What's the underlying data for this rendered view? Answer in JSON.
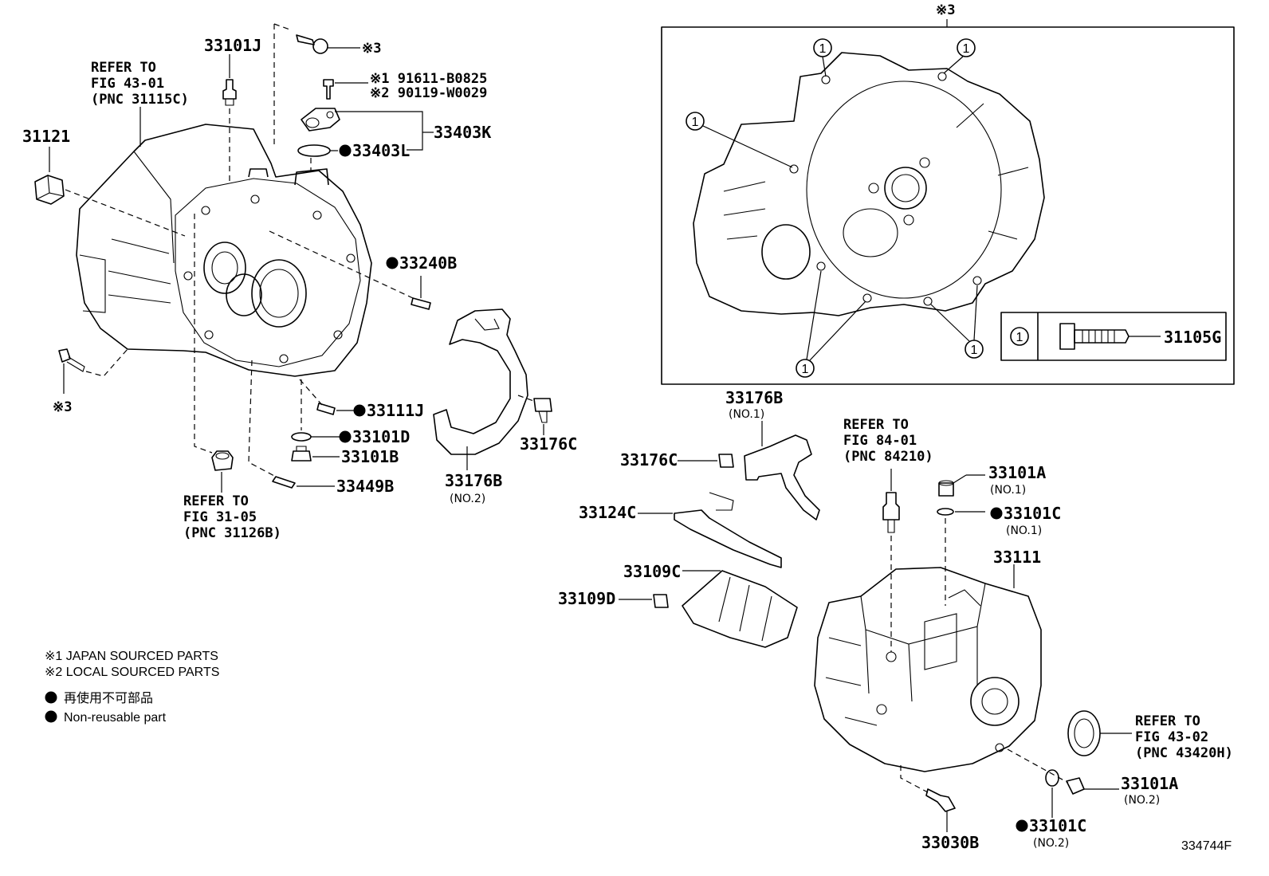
{
  "notes": {
    "japan": "※1 JAPAN SOURCED PARTS",
    "local": "※2 LOCAL SOURCED PARTS",
    "nonreuse_jp": "再使用不可部品",
    "nonreuse_en": "Non-reusable part"
  },
  "refs": {
    "ref1": [
      "REFER TO",
      "FIG 43-01",
      "(PNC 31115C)"
    ],
    "ref2": [
      "REFER TO",
      "FIG 31-05",
      "(PNC 31126B)"
    ],
    "ref3": [
      "REFER TO",
      "FIG 84-01",
      "(PNC 84210)"
    ],
    "ref4": [
      "REFER TO",
      "FIG 43-02",
      "(PNC 43420H)"
    ]
  },
  "labels": {
    "p33101J": "33101J",
    "p31121": "31121",
    "star3_a": "※3",
    "star3_b": "※3",
    "star3_c": "※3",
    "bolt1": "※1 91611-B0825",
    "bolt2": "※2 90119-W0029",
    "p33403K": "33403K",
    "p33403L": "33403L",
    "p33240B": "33240B",
    "p33111J": "33111J",
    "p33101D": "33101D",
    "p33101B": "33101B",
    "p33449B": "33449B",
    "p33176B_2": "33176B",
    "no2_a": "(NO.2)",
    "p33176C_a": "33176C",
    "p33176B_1": "33176B",
    "no1_a": "(NO.1)",
    "p33176C_b": "33176C",
    "p33124C": "33124C",
    "p33109C": "33109C",
    "p33109D": "33109D",
    "p33101A_1": "33101A",
    "no1_b": "(NO.1)",
    "p33101C_1": "33101C",
    "no1_c": "(NO.1)",
    "p33111": "33111",
    "p33101A_2": "33101A",
    "no2_b": "(NO.2)",
    "p33101C_2": "33101C",
    "no2_c": "(NO.2)",
    "p33030B": "33030B",
    "p31105G": "31105G",
    "circ": "1",
    "fig_id": "334744F"
  }
}
